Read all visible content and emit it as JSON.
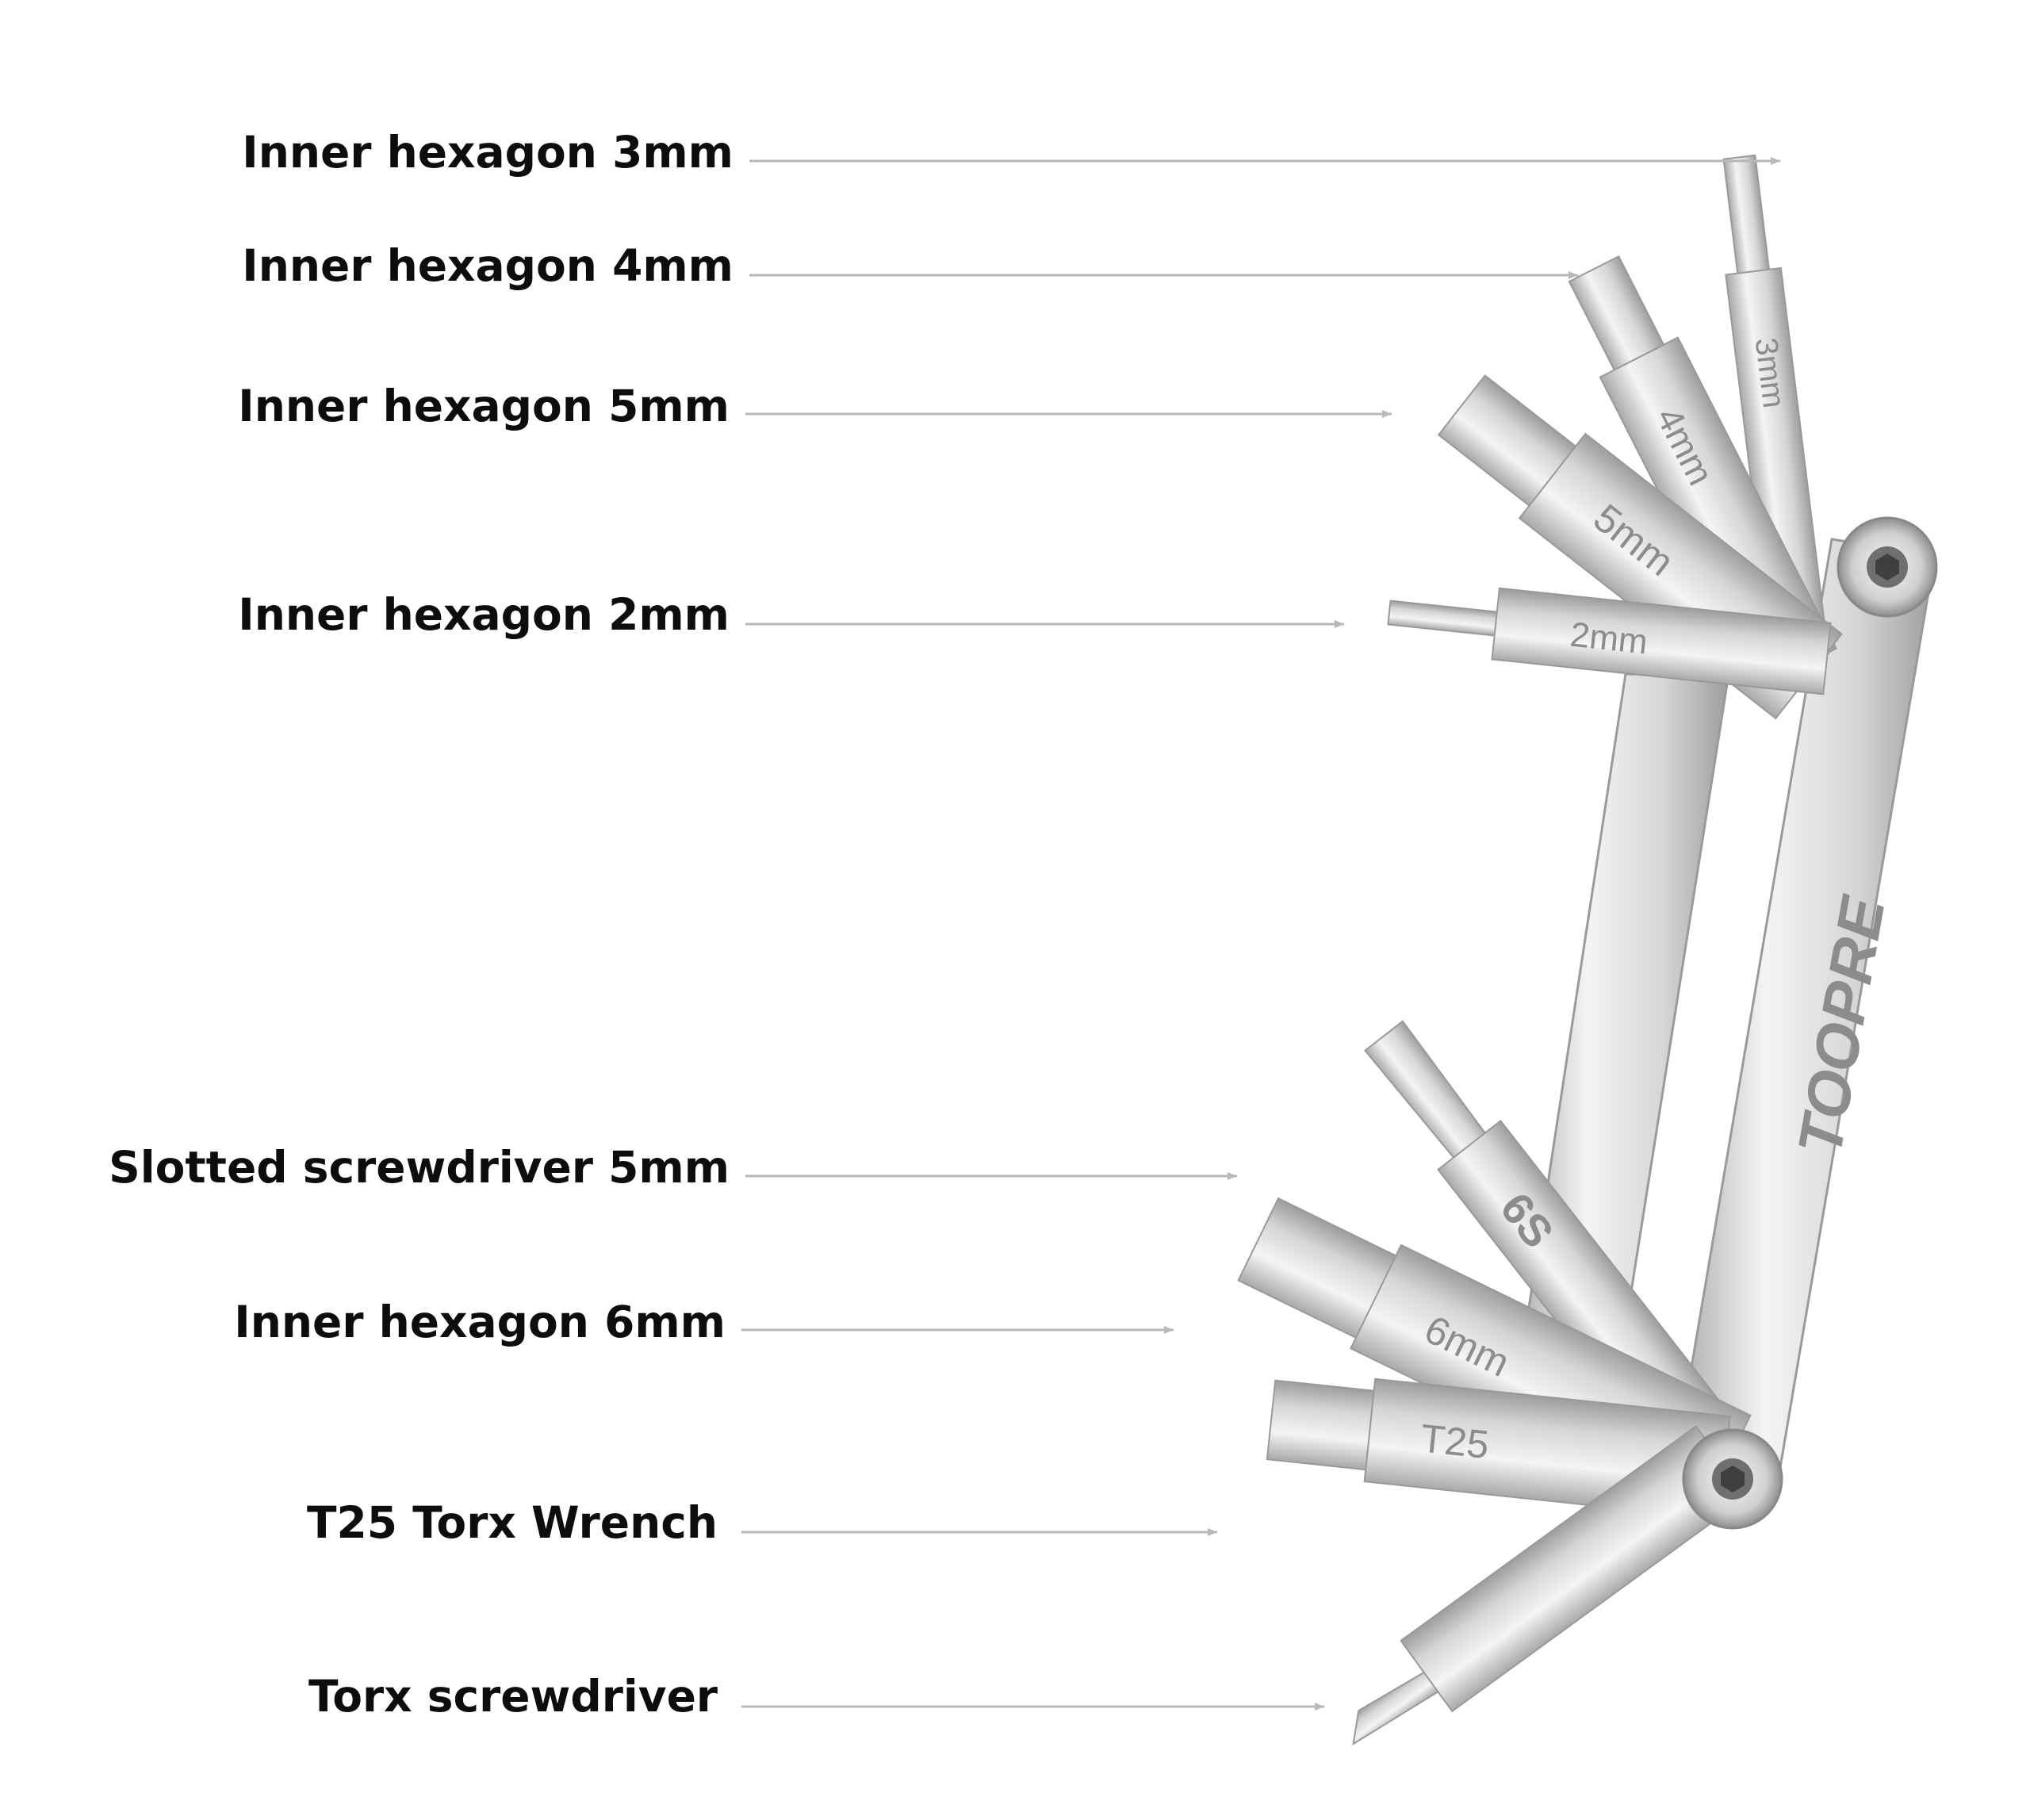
{
  "diagram": {
    "callouts": [
      {
        "label": "Inner hexagon 3mm"
      },
      {
        "label": "Inner hexagon 4mm"
      },
      {
        "label": "Inner hexagon 5mm"
      },
      {
        "label": "Inner hexagon 2mm"
      },
      {
        "label": "Slotted screwdriver 5mm"
      },
      {
        "label": "Inner hexagon 6mm"
      },
      {
        "label": "T25 Torx Wrench"
      },
      {
        "label": "Torx screwdriver"
      }
    ],
    "tool_markings": {
      "brand": "TOOPRE",
      "bit_3mm": "3mm",
      "bit_4mm": "4mm",
      "bit_5mm": "5mm",
      "bit_2mm": "2mm",
      "bit_slotted": "6S",
      "bit_6mm": "6mm",
      "bit_t25": "T25"
    },
    "colors": {
      "label_text": "#0d0d0d",
      "leader_line": "#b8b8b8",
      "metal_light": "#f2f2f2",
      "metal_mid": "#cfcfcf",
      "metal_dark": "#9a9a9a",
      "marking": "#8c8c8c"
    }
  }
}
